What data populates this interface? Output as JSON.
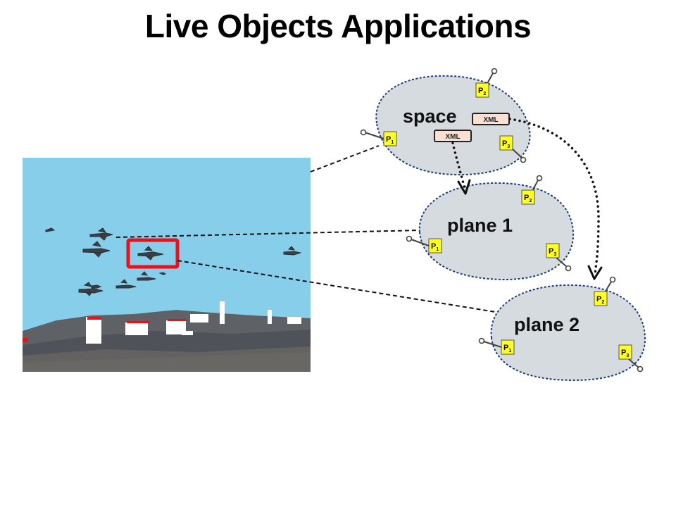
{
  "title": "Live Objects Applications",
  "objects": {
    "space": {
      "label": "space",
      "xml_labels": [
        "XML",
        "XML"
      ]
    },
    "plane1": {
      "label": "plane 1"
    },
    "plane2": {
      "label": "plane 2"
    }
  },
  "ports": {
    "letter": "P",
    "subs": [
      "1",
      "2",
      "3"
    ]
  },
  "colors": {
    "sky": "#87ceeb",
    "blob_fill": "#d6dbe0",
    "blob_border": "#1f3a7a",
    "port_fill": "#ffff24",
    "xml_fill": "#f9e0d2",
    "highlight": "#e8121a"
  }
}
